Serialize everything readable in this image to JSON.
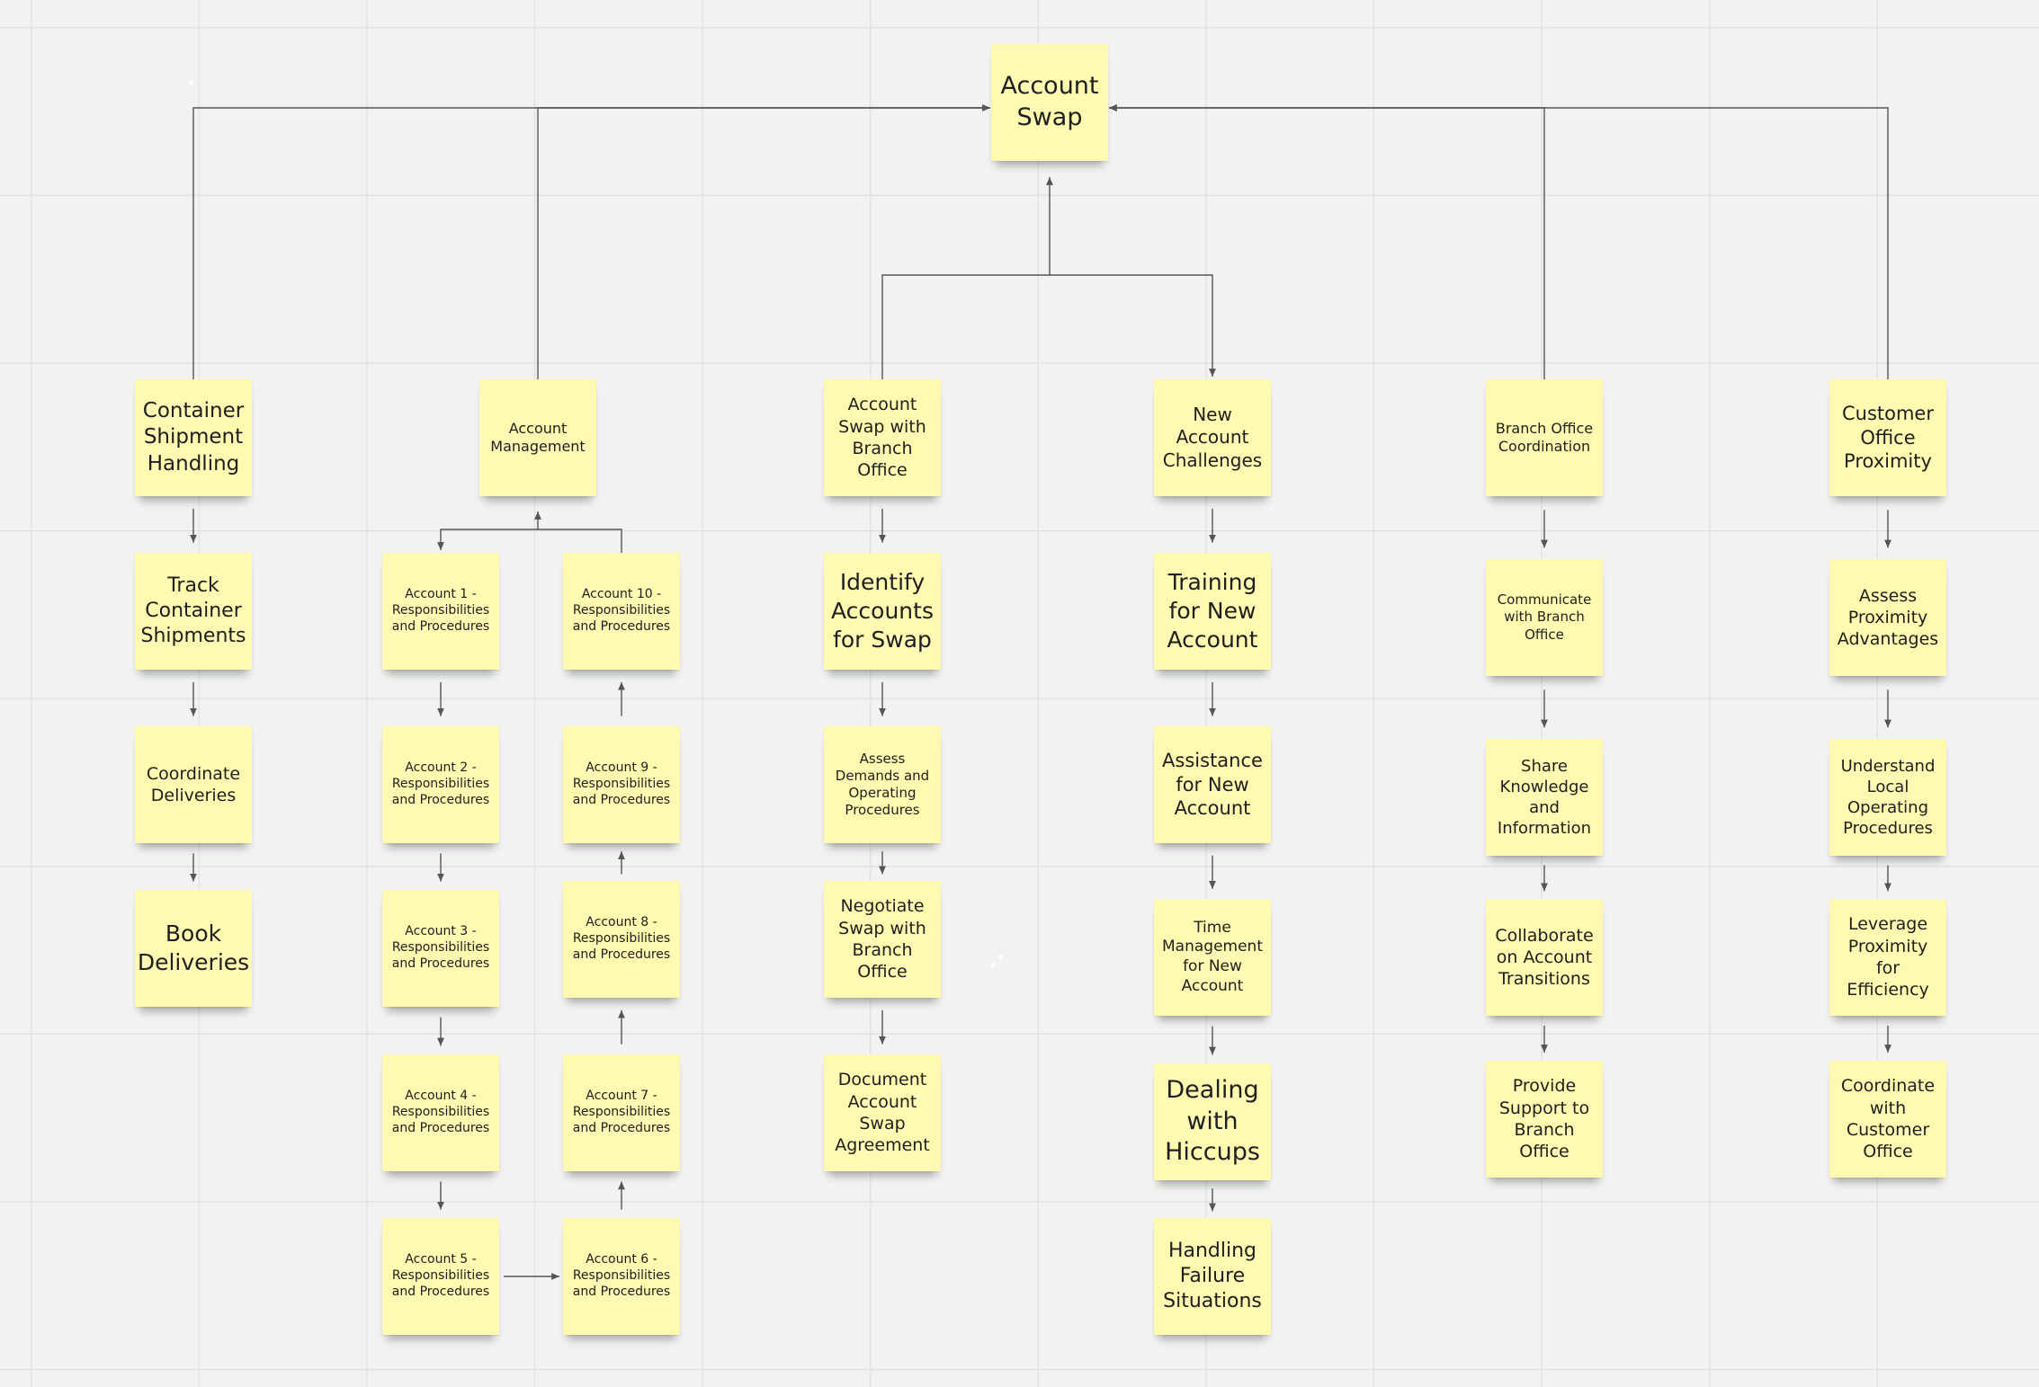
{
  "board": {
    "background": "#f2f2f2",
    "note_color": "#fff9b1",
    "connector_color": "#555555"
  },
  "notes": [
    {
      "id": "root",
      "text": "Account Swap"
    },
    {
      "id": "c1",
      "text": "Container Shipment Handling"
    },
    {
      "id": "c1a",
      "text": "Track Container Shipments"
    },
    {
      "id": "c1b",
      "text": "Coordinate Deliveries"
    },
    {
      "id": "c1c",
      "text": "Book Deliveries"
    },
    {
      "id": "c2",
      "text": "Account Management"
    },
    {
      "id": "a1",
      "text": "Account 1 - Responsibilities and Procedures"
    },
    {
      "id": "a2",
      "text": "Account 2 - Responsibilities and Procedures"
    },
    {
      "id": "a3",
      "text": "Account 3 - Responsibilities and Procedures"
    },
    {
      "id": "a4",
      "text": "Account 4 - Responsibilities and Procedures"
    },
    {
      "id": "a5",
      "text": "Account 5 - Responsibilities and Procedures"
    },
    {
      "id": "a6",
      "text": "Account 6 - Responsibilities and Procedures"
    },
    {
      "id": "a7",
      "text": "Account 7 - Responsibilities and Procedures"
    },
    {
      "id": "a8",
      "text": "Account 8 - Responsibilities and Procedures"
    },
    {
      "id": "a9",
      "text": "Account 9 - Responsibilities and Procedures"
    },
    {
      "id": "a10",
      "text": "Account 10 - Responsibilities and Procedures"
    },
    {
      "id": "c3",
      "text": "Account Swap with Branch Office"
    },
    {
      "id": "c3a",
      "text": "Identify Accounts for Swap"
    },
    {
      "id": "c3b",
      "text": "Assess Demands and Operating Procedures"
    },
    {
      "id": "c3c",
      "text": "Negotiate Swap with Branch Office"
    },
    {
      "id": "c3d",
      "text": "Document Account Swap Agreement"
    },
    {
      "id": "c4",
      "text": "New Account Challenges"
    },
    {
      "id": "c4a",
      "text": "Training for New Account"
    },
    {
      "id": "c4b",
      "text": "Assistance for New Account"
    },
    {
      "id": "c4c",
      "text": "Time Management for New Account"
    },
    {
      "id": "c4d",
      "text": "Dealing with Hiccups"
    },
    {
      "id": "c4e",
      "text": "Handling Failure Situations"
    },
    {
      "id": "c5",
      "text": "Branch Office Coordination"
    },
    {
      "id": "c5a",
      "text": "Communicate with Branch Office"
    },
    {
      "id": "c5b",
      "text": "Share Knowledge and Information"
    },
    {
      "id": "c5c",
      "text": "Collaborate on Account Transitions"
    },
    {
      "id": "c5d",
      "text": "Provide Support to Branch Office"
    },
    {
      "id": "c6",
      "text": "Customer Office Proximity"
    },
    {
      "id": "c6a",
      "text": "Assess Proximity Advantages"
    },
    {
      "id": "c6b",
      "text": "Understand Local Operating Procedures"
    },
    {
      "id": "c6c",
      "text": "Leverage Proximity for Efficiency"
    },
    {
      "id": "c6d",
      "text": "Coordinate with Customer Office"
    }
  ],
  "connectors": [
    {
      "from": "c1",
      "to": "root"
    },
    {
      "from": "c2",
      "to": "root"
    },
    {
      "from": "c5",
      "to": "root"
    },
    {
      "from": "c6",
      "to": "root"
    },
    {
      "from": "c3",
      "to": "root"
    },
    {
      "from": "root",
      "to": "c4"
    },
    {
      "from": "c1",
      "to": "c1a"
    },
    {
      "from": "c1a",
      "to": "c1b"
    },
    {
      "from": "c1b",
      "to": "c1c"
    },
    {
      "from": "a10",
      "to": "c2"
    },
    {
      "from": "c2",
      "to": "a1"
    },
    {
      "from": "a1",
      "to": "a2"
    },
    {
      "from": "a2",
      "to": "a3"
    },
    {
      "from": "a3",
      "to": "a4"
    },
    {
      "from": "a4",
      "to": "a5"
    },
    {
      "from": "a5",
      "to": "a6"
    },
    {
      "from": "a6",
      "to": "a7"
    },
    {
      "from": "a7",
      "to": "a8"
    },
    {
      "from": "a8",
      "to": "a9"
    },
    {
      "from": "a9",
      "to": "a10"
    },
    {
      "from": "c3",
      "to": "c3a"
    },
    {
      "from": "c3a",
      "to": "c3b"
    },
    {
      "from": "c3b",
      "to": "c3c"
    },
    {
      "from": "c3c",
      "to": "c3d"
    },
    {
      "from": "c4",
      "to": "c4a"
    },
    {
      "from": "c4a",
      "to": "c4b"
    },
    {
      "from": "c4b",
      "to": "c4c"
    },
    {
      "from": "c4c",
      "to": "c4d"
    },
    {
      "from": "c4d",
      "to": "c4e"
    },
    {
      "from": "c5",
      "to": "c5a"
    },
    {
      "from": "c5a",
      "to": "c5b"
    },
    {
      "from": "c5b",
      "to": "c5c"
    },
    {
      "from": "c5c",
      "to": "c5d"
    },
    {
      "from": "c6",
      "to": "c6a"
    },
    {
      "from": "c6a",
      "to": "c6b"
    },
    {
      "from": "c6b",
      "to": "c6c"
    },
    {
      "from": "c6c",
      "to": "c6d"
    }
  ]
}
